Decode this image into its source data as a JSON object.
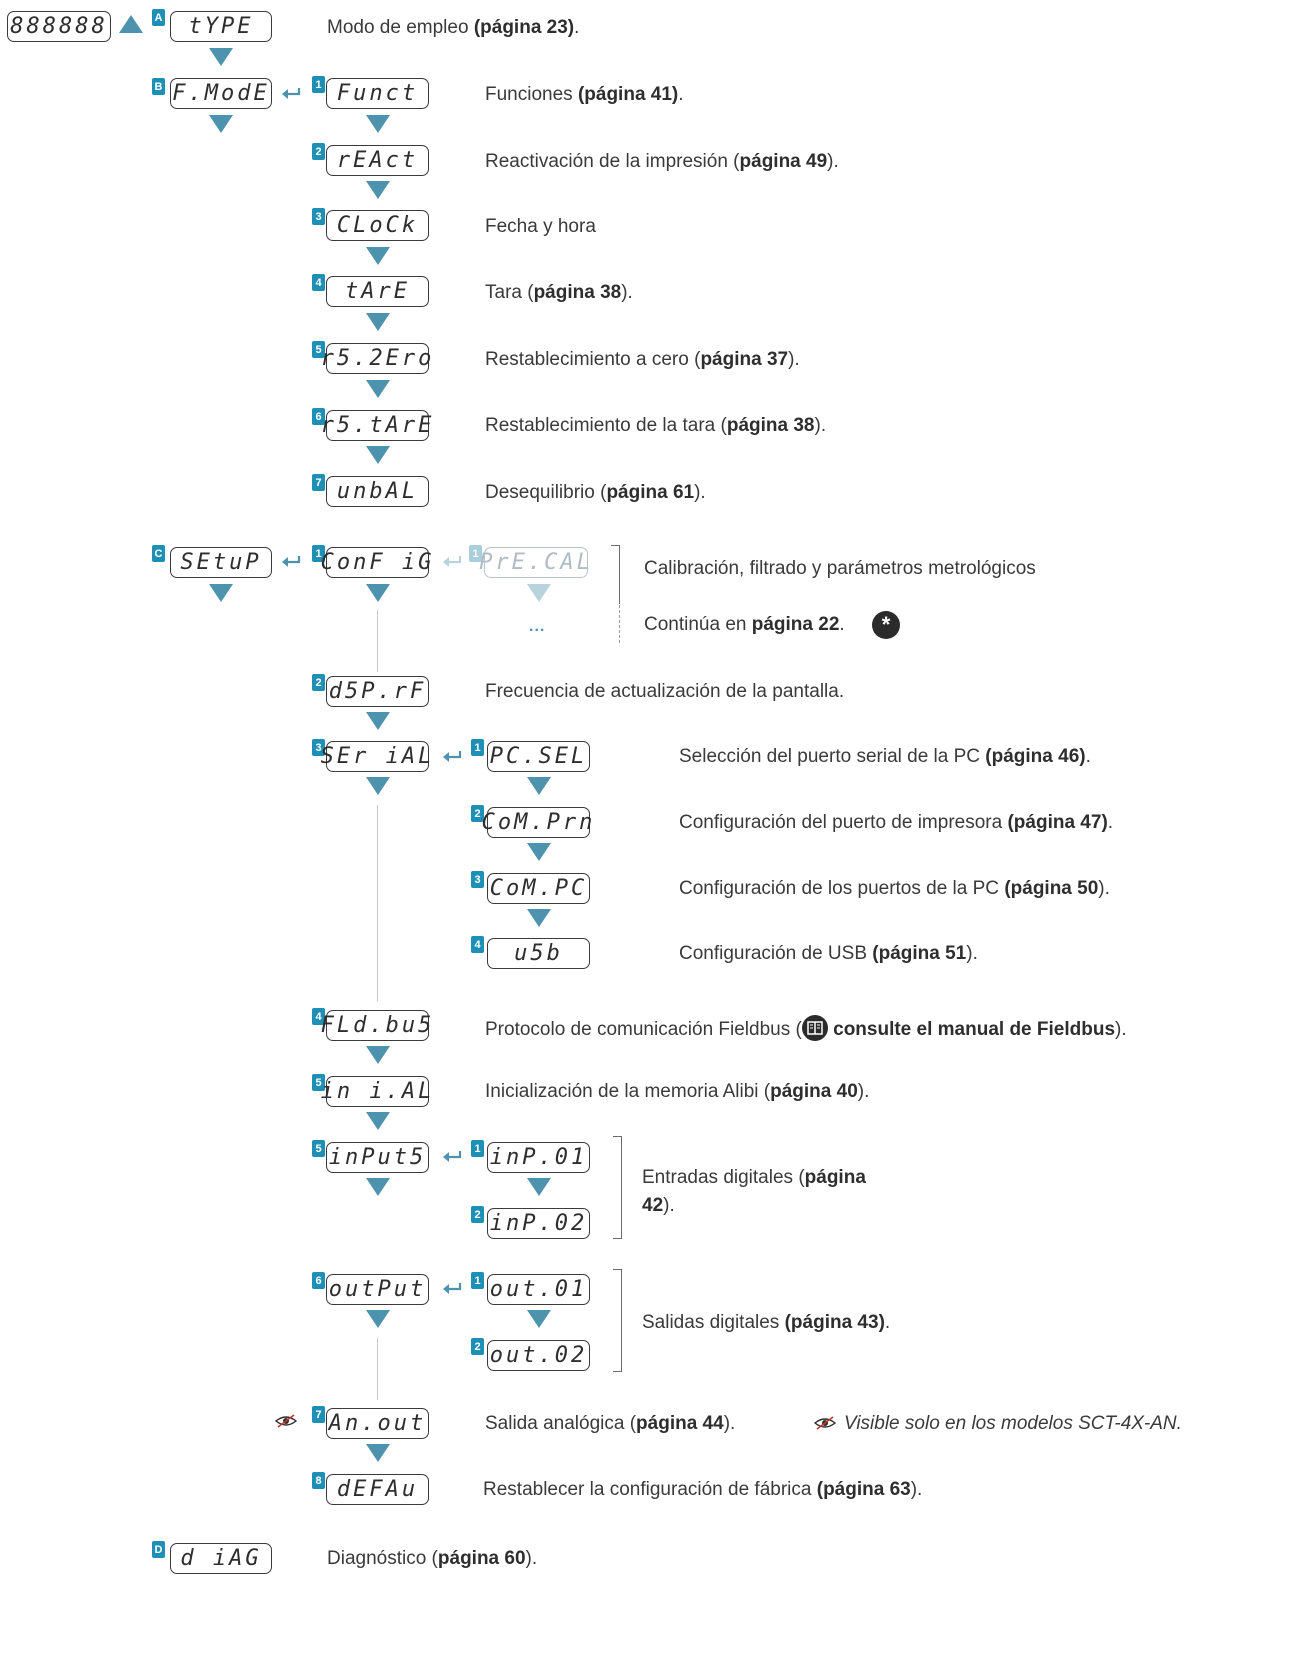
{
  "displays": {
    "top": "888888",
    "type": "tYPE",
    "fmode": "F.ModE",
    "funct": "Funct",
    "react": "rEAct",
    "clock": "CLoCk",
    "tare": "tArE",
    "rszero": "r5.2Ero",
    "rstare": "r5.tArE",
    "unbal": "unbAL",
    "setup": "SEtuP",
    "config": "ConF iG",
    "precal": "PrE.CAL",
    "dsprf": "d5P.rF",
    "serial": "SEr iAL",
    "pcsel": "PC.SEL",
    "comprn": "CoM.Prn",
    "compc": "CoM.PC",
    "usb": "u5b",
    "fldbus": "FLd.bu5",
    "inial": "in i.AL",
    "inputs": "inPut5",
    "inp01": "inP.01",
    "inp02": "inP.02",
    "output": "outPut",
    "out01": "out.01",
    "out02": "out.02",
    "anout": "An.out",
    "defau": "dEFAu",
    "diag": "d iAG"
  },
  "badges": {
    "A": "A",
    "B": "B",
    "C": "C",
    "D": "D",
    "n1": "1",
    "n2": "2",
    "n3": "3",
    "n4": "4",
    "n5": "5",
    "n6": "6",
    "n7": "7",
    "n8": "8"
  },
  "desc": {
    "type_a": "Modo de empleo ",
    "type_b": "(página 23)",
    "type_c": ".",
    "funct_a": "Funciones ",
    "funct_b": "(página 41)",
    "funct_c": ".",
    "react_a": "Reactivación de la impresión (",
    "react_b": "página 49",
    "react_c": ").",
    "clock_a": "Fecha y hora",
    "tare_a": "Tara (",
    "tare_b": "página 38",
    "tare_c": ").",
    "rszero_a": "Restablecimiento a cero (",
    "rszero_b": "página 37",
    "rszero_c": ").",
    "rstare_a": "Restablecimiento de la tara (",
    "rstare_b": "página 38",
    "rstare_c": ").",
    "unbal_a": "Desequilibrio (",
    "unbal_b": "página 61",
    "unbal_c": ").",
    "calib": "Calibración, filtrado y parámetros metrológicos",
    "cont_a": "Continúa en ",
    "cont_b": "página 22",
    "cont_c": ".",
    "asterisk": "*",
    "dots": "...",
    "dsprf_a": "Frecuencia de actualización de la pantalla.",
    "pcsel_a": "Selección del puerto serial de la PC ",
    "pcsel_b": "(página 46)",
    "pcsel_c": ".",
    "comprn_a": "Configuración del puerto de impresora ",
    "comprn_b": "(página 47)",
    "comprn_c": ".",
    "compc_a": "Configuración de los puertos de la PC ",
    "compc_b": "(página 50",
    "compc_c": ").",
    "usb_a": "Configuración de USB ",
    "usb_b": "(página 51",
    "usb_c": ").",
    "fld_a": "Protocolo de comunicación Fieldbus (",
    "fld_b": " consulte el manual de Fieldbus",
    "fld_c": ").",
    "inial_a": "Inicialización de la memoria Alibi (",
    "inial_b": "página 40",
    "inial_c": ").",
    "inputs_a": "Entradas digitales (",
    "inputs_b": "página",
    "inputs_c": "42",
    "inputs_d": ").",
    "outputs_a": "Salidas digitales ",
    "outputs_b": "(página 43)",
    "outputs_c": ".",
    "anout_a": "Salida analógica (",
    "anout_b": "página 44",
    "anout_c": ").",
    "visible_note": "Visible solo en los modelos SCT-4X-AN.",
    "defau_a": "Restablecer la configuración de fábrica ",
    "defau_b": "(página 63",
    "defau_c": ").",
    "diag_a": "Diagnóstico (",
    "diag_b": "página 60",
    "diag_c": ")."
  },
  "colors": {
    "arrow": "#4e93ad",
    "badge": "#1e8fb5",
    "faded": "#b9d3dd",
    "text": "#3a3a3a"
  },
  "icons": [
    "up-arrow-icon",
    "down-arrow-icon",
    "enter-arrow-icon",
    "eye-hidden-icon",
    "manual-book-icon",
    "asterisk-icon"
  ]
}
